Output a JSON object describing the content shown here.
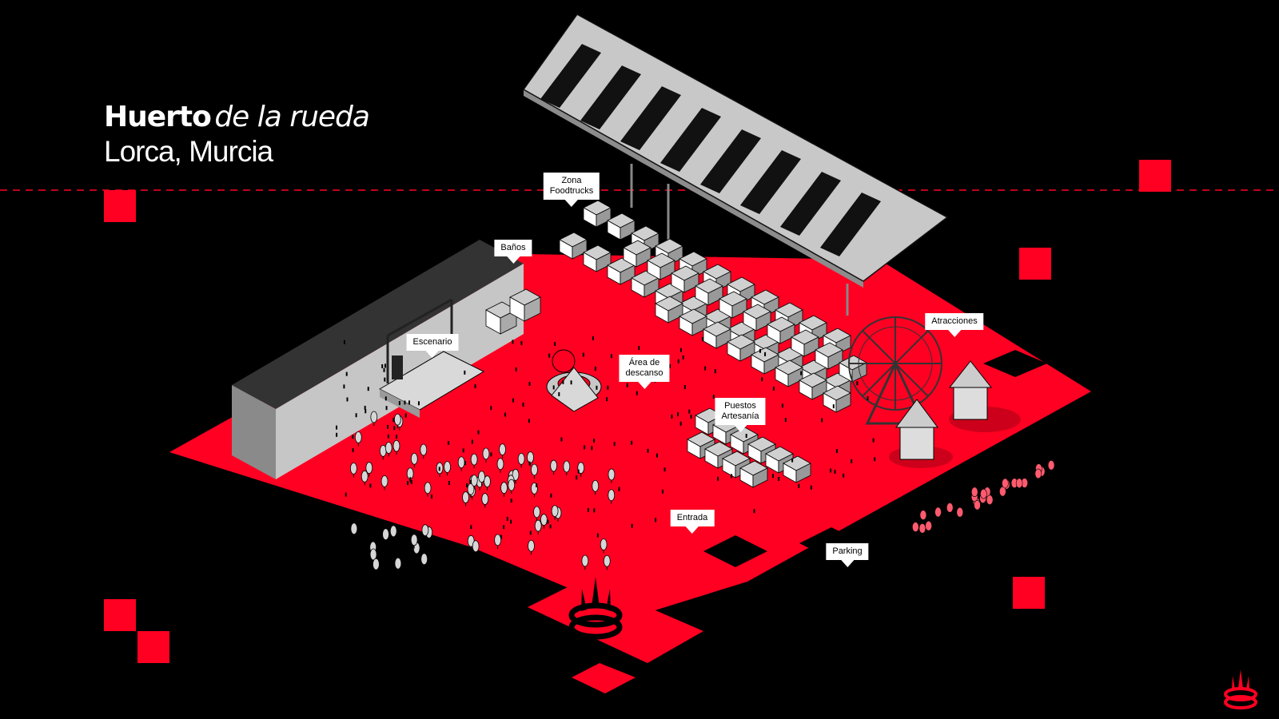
{
  "header": {
    "title_bold": "Huerto",
    "title_italic": "de la rueda",
    "subtitle": "Lorca, Murcia"
  },
  "map_labels": {
    "zona_foodtrucks": "Zona\nFoodtrucks",
    "banos": "Baños",
    "escenario": "Escenario",
    "area_descanso": "Área de\ndescanso",
    "atracciones": "Atracciones",
    "puestos_artesania": "Puestos\nArtesanía",
    "entrada": "Entrada",
    "parking": "Parking"
  },
  "colors": {
    "background": "#000000",
    "accent_red": "#ff0022",
    "roof_gray": "#c8c8c8",
    "wall_gray": "#bdbdbd",
    "label_bg": "#ffffff"
  },
  "icons": [
    "logo-icon",
    "ferris-wheel-icon",
    "carousel-icon",
    "tree-icon",
    "stall-icon",
    "stage-icon"
  ]
}
